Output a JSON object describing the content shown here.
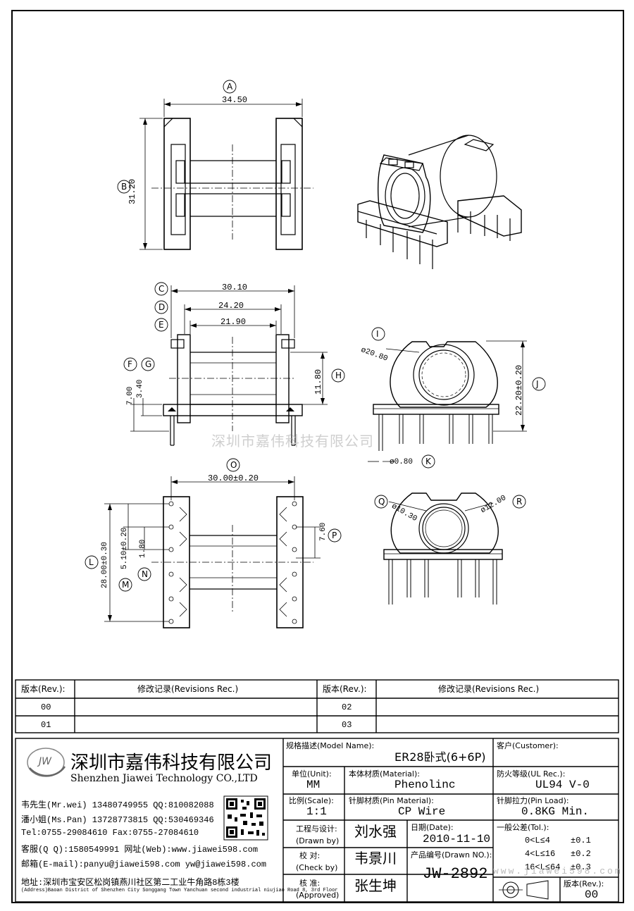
{
  "dimensions": {
    "A": "34.50",
    "B": "31.20",
    "C": "30.10",
    "D": "24.20",
    "E": "21.90",
    "F": "7.00",
    "G": "3.40",
    "H": "11.80",
    "I": "ø20.80",
    "J": "22.20±0.20",
    "K": "ø0.80",
    "O": "30.00±0.20",
    "L": "28.00±0.30",
    "M": "5.10±0.20",
    "N": "1.80",
    "P": "7.60",
    "Q": "ø10.30",
    "R": "ø12.00"
  },
  "labels": [
    "A",
    "B",
    "C",
    "D",
    "E",
    "F",
    "G",
    "H",
    "I",
    "J",
    "K",
    "O",
    "L",
    "M",
    "N",
    "P",
    "Q",
    "R"
  ],
  "watermark": "深圳市嘉伟科技有限公司",
  "revisions": {
    "rev_header": "版本(Rev.):",
    "rec_header": "修改记录(Revisions Rec.)",
    "left": [
      "00",
      "01"
    ],
    "right": [
      "02",
      "03"
    ]
  },
  "company": {
    "logo_text": "JW",
    "name_cn": "深圳市嘉伟科技有限公司",
    "name_en": "Shenzhen Jiawei Technology CO.,LTD",
    "contacts": [
      "韦先生(Mr.wei) 13480749955 QQ:810082088",
      "潘小姐(Ms.Pan) 13728773815 QQ:530469346",
      "Tel:0755-29084610     Fax:0755-27084610",
      "客服(Q Q):1580549991   网址(Web):www.jiawei598.com",
      "邮箱(E-mail):panyu@jiawei598.com  yw@jiawei598.com"
    ],
    "address_cn": "地址:深圳市宝安区松岗镇燕川社区第二工业牛角路8栋3楼",
    "address_en": "(Address)Baoan District of Shenzhen City Songgang Town Yanchuan  second industrial niujiao Road 8, 3rd Floor"
  },
  "title_block": {
    "model_label": "规格描述(Model Name):",
    "model_value": "ER28卧式(6+6P)",
    "customer_label": "客户(Customer):",
    "unit_label": "单位(Unit):",
    "unit_value": "MM",
    "material_label": "本体材质(Material):",
    "material_value": "Phenolinc",
    "ul_label": "防火等级(UL Rec.):",
    "ul_value": "UL94 V-0",
    "scale_label": "比例(Scale):",
    "scale_value": "1:1",
    "pin_material_label": "针脚材质(Pin Material):",
    "pin_material_value": "CP Wire",
    "pin_load_label": "针脚拉力(Pin Load):",
    "pin_load_value": "0.8KG Min.",
    "drawn_label_cn": "工程与设计:",
    "drawn_label_en": "(Drawn by)",
    "drawn_value": "刘水强",
    "check_label_cn": "校  对:",
    "check_label_en": "(Check by)",
    "check_value": "韦景川",
    "approved_label_cn": "核  准:",
    "approved_label_en": "(Approved)",
    "approved_value": "张生坤",
    "date_label": "日期(Date):",
    "date_value": "2010-11-10",
    "drawn_no_label": "产品编号(Drawn NO.):",
    "drawn_no_value": "JW-2892",
    "tol_label": "一般公差(Tol.):",
    "tol_rows": [
      {
        "range": "0<L≤4",
        "tol": "±0.1"
      },
      {
        "range": "4<L≤16",
        "tol": "±0.2"
      },
      {
        "range": "16<L≤64",
        "tol": "±0.3"
      }
    ],
    "rev_label": "版本(Rev.):",
    "rev_value": "00",
    "site_watermark": "www.jiawei598.com"
  }
}
